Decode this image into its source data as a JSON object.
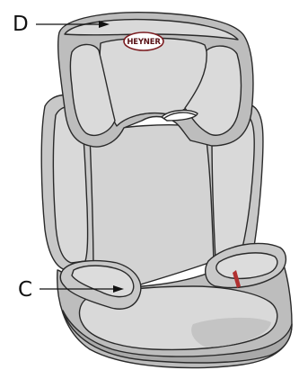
{
  "callouts": {
    "d": {
      "letter": "D",
      "target": "headrest"
    },
    "c": {
      "letter": "C",
      "target": "armrest"
    }
  },
  "logo": {
    "brand": "HEYNER"
  },
  "colors": {
    "outline": "#2a2a2a",
    "light_fabric": "#d9d9d9",
    "mid_fabric": "#bdbdbd",
    "dark_fabric": "#a9a9a9",
    "accent_red": "#b03030"
  }
}
